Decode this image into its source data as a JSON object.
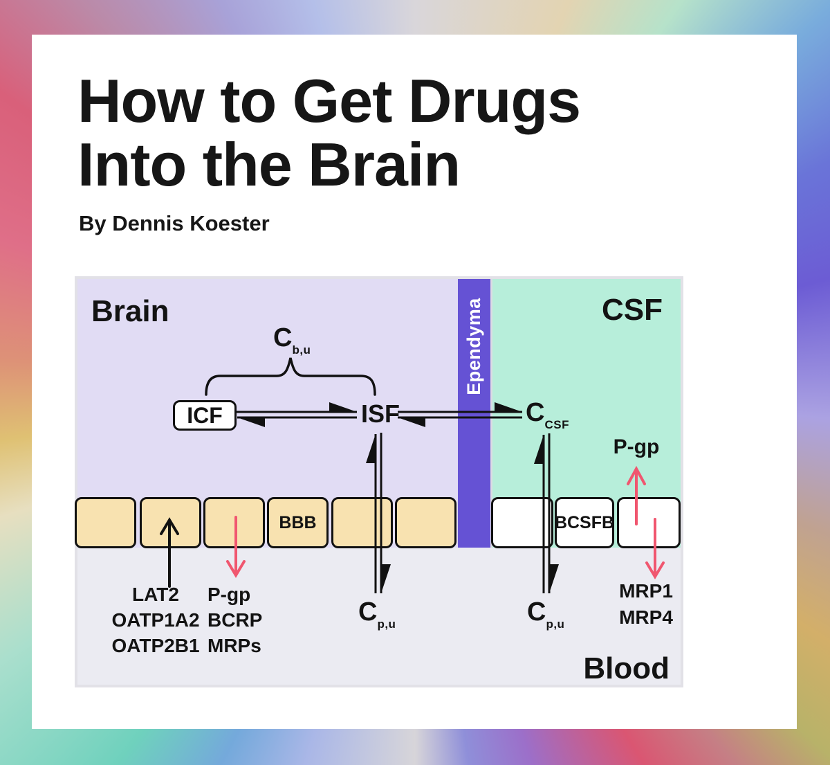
{
  "header": {
    "title_line1": "How to Get Drugs",
    "title_line2": "Into the Brain",
    "byline": "By Dennis Koester"
  },
  "diagram": {
    "brain_label": "Brain",
    "csf_label": "CSF",
    "blood_label": "Blood",
    "ependyma_label": "Ependyma",
    "bbb_label": "BBB",
    "bcsfb_label": "BCSFB",
    "icf_label": "ICF",
    "isf_label": "ISF",
    "c_bu": {
      "base": "C",
      "sub": "b,u"
    },
    "c_csf": {
      "base": "C",
      "sub": "CSF"
    },
    "c_pu_left": {
      "base": "C",
      "sub": "p,u"
    },
    "c_pu_right": {
      "base": "C",
      "sub": "p,u"
    },
    "influx_transporters": [
      "LAT2",
      "OATP1A2",
      "OATP2B1"
    ],
    "efflux_transporters_bbb": [
      "P-gp",
      "BCRP",
      "MRPs"
    ],
    "efflux_transporter_csf": "P-gp",
    "efflux_transporters_bcsfb": [
      "MRP1",
      "MRP4"
    ],
    "colors": {
      "brain_bg": "#e1dcf4",
      "ependyma_bg": "#6552d4",
      "csf_bg": "#b7eeda",
      "blood_bg": "#ebebf2",
      "cell_fill": "#f8e2b0",
      "arrow_pink": "#f0566f",
      "line_black": "#111111"
    }
  }
}
